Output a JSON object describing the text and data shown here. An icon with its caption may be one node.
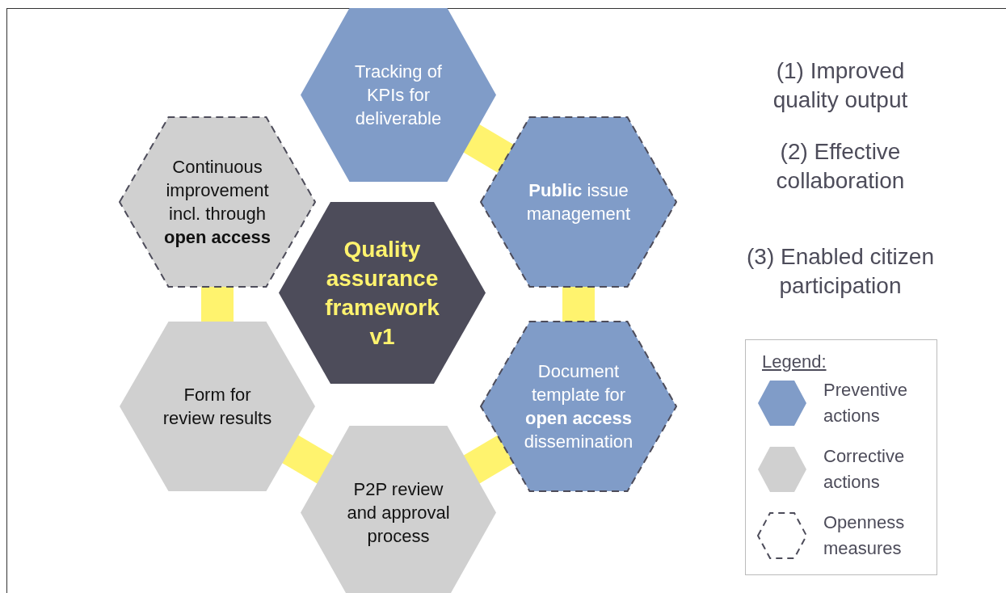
{
  "diagram": {
    "nodes": [
      {
        "text": [
          "Tracking of KPIs for deliverable"
        ]
      },
      {
        "text": [
          "Continuous improvement incl. through **open access**"
        ]
      },
      {
        "text": [
          "**Public** issue management"
        ]
      },
      {
        "text": [
          "Quality assurance framework v1"
        ]
      },
      {
        "text": [
          "Document template for **open access** dissemination"
        ]
      },
      {
        "text": [
          "Form for review results"
        ]
      },
      {
        "text": [
          "P2P review and approval process"
        ]
      }
    ],
    "edges": [
      {
        "from": 0,
        "to": 2,
        "arrow": "none",
        "color": "#fff36e"
      },
      {
        "from": 2,
        "to": 4,
        "arrow": "none",
        "color": "#fff36e"
      },
      {
        "from": 4,
        "to": 6,
        "arrow": "none",
        "color": "#fff36e"
      },
      {
        "from": 6,
        "to": 5,
        "arrow": "none",
        "color": "#fff36e"
      },
      {
        "from": 5,
        "to": 1,
        "arrow": "none",
        "color": "#fff36e"
      }
    ],
    "labels": [
      "(1) Improved quality output",
      "(2) Effective collaboration",
      "(3) Enabled citizen participation",
      "Legend:"
    ],
    "legend": [
      {
        "text": "Preventive actions",
        "color": "#809cc8"
      },
      {
        "text": "Corrective actions",
        "color": "#d0d0d0"
      },
      {
        "text": "Openness measures"
      }
    ]
  }
}
